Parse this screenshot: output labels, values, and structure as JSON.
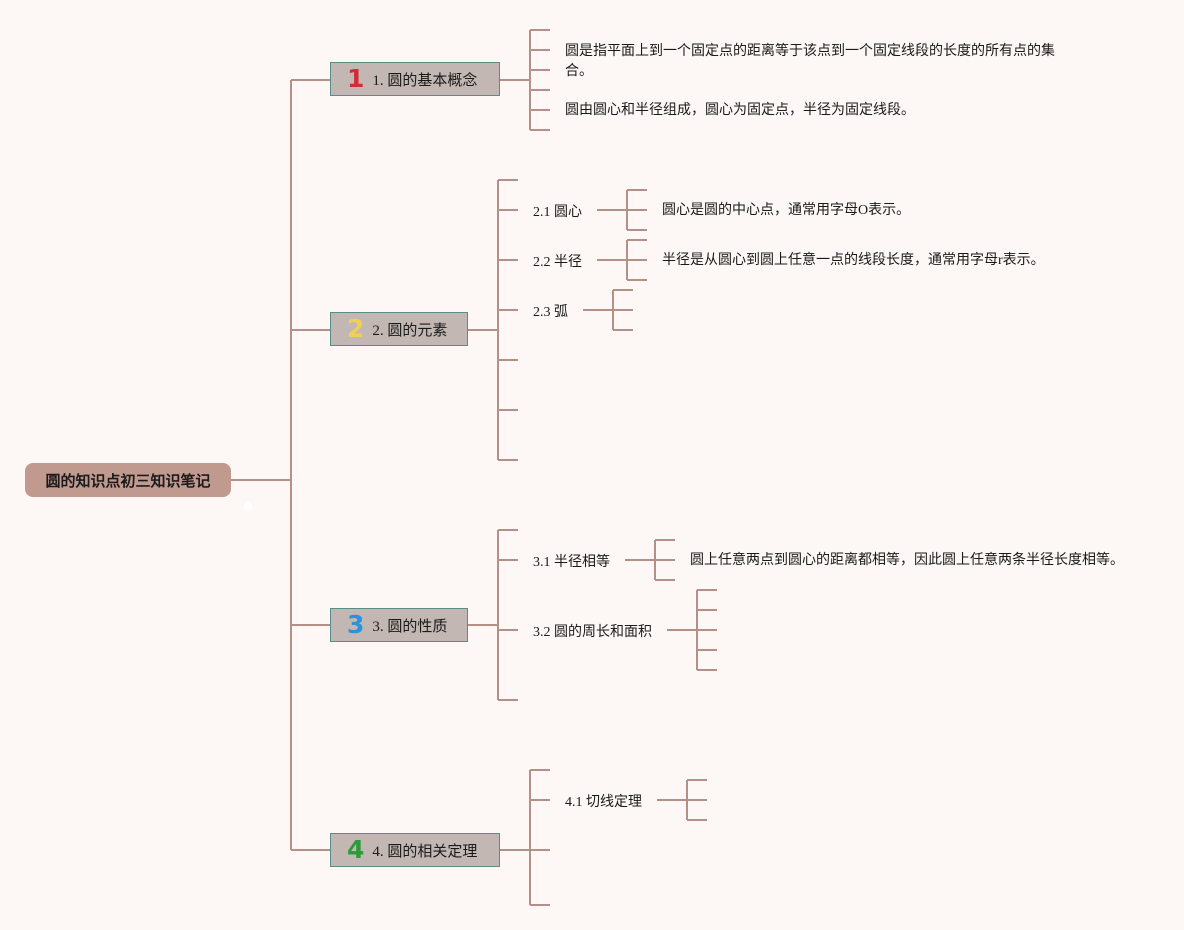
{
  "root": {
    "label": "圆的知识点初三知识笔记"
  },
  "colors": {
    "line": "#b59087",
    "root_bg": "#c19a8f",
    "topic_bg": "#c2b7b3",
    "topic_border": "#5a8d86"
  },
  "topics": [
    {
      "badge": "1",
      "badge_color": "#d42c36",
      "label": "1. 圆的基本概念",
      "notes": [
        "圆是指平面上到一个固定点的距离等于该点到一个固定线段的长度的所有点的集合。",
        "圆由圆心和半径组成，圆心为固定点，半径为固定线段。"
      ]
    },
    {
      "badge": "2",
      "badge_color": "#f0cf55",
      "label": "2. 圆的元素",
      "subs": [
        {
          "label": "2.1 圆心",
          "note": "圆心是圆的中心点，通常用字母O表示。"
        },
        {
          "label": "2.2 半径",
          "note": "半径是从圆心到圆上任意一点的线段长度，通常用字母r表示。"
        },
        {
          "label": "2.3 弧"
        }
      ]
    },
    {
      "badge": "3",
      "badge_color": "#2b93d9",
      "label": "3. 圆的性质",
      "subs": [
        {
          "label": "3.1 半径相等",
          "note": "圆上任意两点到圆心的距离都相等，因此圆上任意两条半径长度相等。"
        },
        {
          "label": "3.2 圆的周长和面积"
        }
      ]
    },
    {
      "badge": "4",
      "badge_color": "#2e9b3a",
      "label": "4. 圆的相关定理",
      "subs": [
        {
          "label": "4.1 切线定理"
        }
      ]
    }
  ]
}
